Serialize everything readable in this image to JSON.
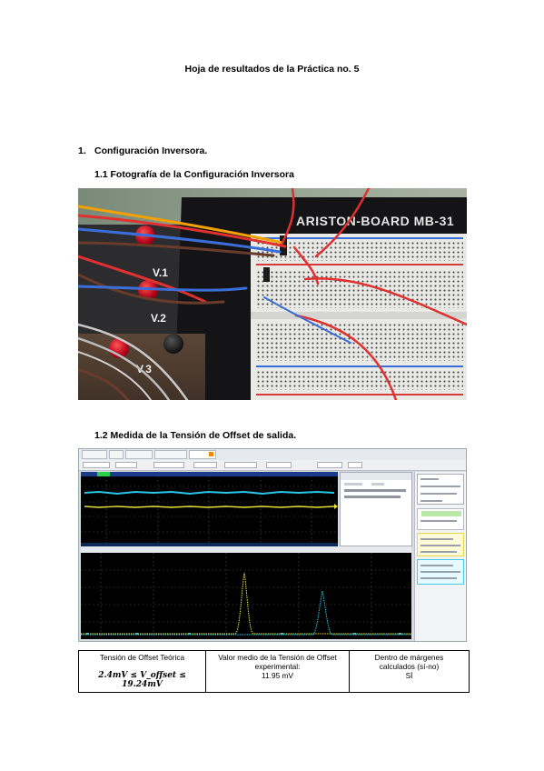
{
  "document": {
    "title": "Hoja de resultados de la Práctica no. 5",
    "section1": {
      "number": "1.",
      "title": "Configuración Inversora."
    },
    "subsection1": {
      "title": "1.1 Fotografía de la Configuración Inversora"
    },
    "subsection2": {
      "title": "1.2 Medida de la Tensión de Offset de salida."
    }
  },
  "photo": {
    "brand_text": "ARISTON-BOARD MB-31",
    "labels": [
      "V.1",
      "V.2",
      "V.3"
    ]
  },
  "scope": {
    "trace_colors": {
      "channel_a": "#27c7e6",
      "channel_b": "#e8e03a"
    },
    "background": "#000000"
  },
  "results_table": {
    "col1": {
      "header": "Tensión de Offset Teórica",
      "value": "2.4mV ≤ V_offset ≤ 19.24mV"
    },
    "col2": {
      "header_line1": "Valor medio de la Tensión de Offset",
      "header_line2": "experimental:",
      "value": "11.95 mV"
    },
    "col3": {
      "header_line1": "Dentro de márgenes",
      "header_line2": "calculados (sí-no)",
      "value": "SÍ"
    }
  }
}
